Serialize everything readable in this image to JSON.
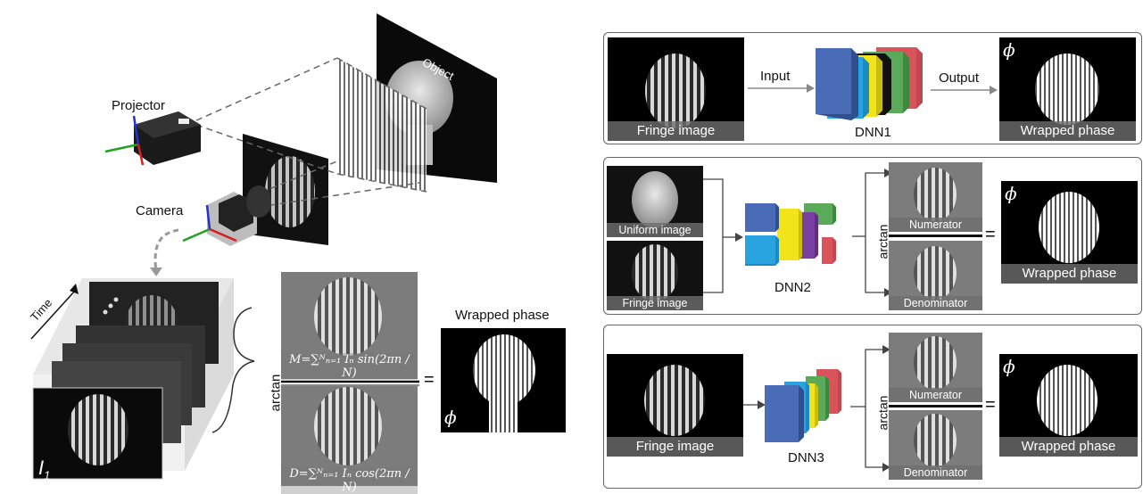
{
  "left": {
    "projector_label": "Projector",
    "camera_label": "Camera",
    "object_label": "Object",
    "time_label": "Time",
    "first_frame_label": "I",
    "first_frame_sub": "1",
    "arctan_label": "arctan",
    "numerator_formula": "M=∑ᴺₙ₌₁ Iₙ sin(2πn / N)",
    "denominator_formula": "D=∑ᴺₙ₌₁ Iₙ cos(2πn / N)",
    "equals": "=",
    "wrapped_phase_title": "Wrapped phase",
    "phi": "ϕ"
  },
  "panel1": {
    "fringe_caption": "Fringe image",
    "input_label": "Input",
    "output_label": "Output",
    "dnn_label": "DNN1",
    "wrapped_caption": "Wrapped phase",
    "phi": "ϕ"
  },
  "panel2": {
    "uniform_caption": "Uniform image",
    "fringe_caption": "Fringe image",
    "dnn_label": "DNN2",
    "arctan_label": "arctan",
    "numerator_caption": "Numerator",
    "denominator_caption": "Denominator",
    "equals": "=",
    "wrapped_caption": "Wrapped phase",
    "phi": "ϕ"
  },
  "panel3": {
    "fringe_caption": "Fringe image",
    "dnn_label": "DNN3",
    "arctan_label": "arctan",
    "numerator_caption": "Numerator",
    "denominator_caption": "Denominator",
    "equals": "=",
    "wrapped_caption": "Wrapped phase",
    "phi": "ϕ"
  },
  "colors": {
    "blue": "#4a6bb5",
    "cyan": "#29a3e0",
    "yellow": "#f2e41a",
    "purple": "#7a3fa0",
    "green": "#5aaa5a",
    "red": "#d9535b"
  }
}
